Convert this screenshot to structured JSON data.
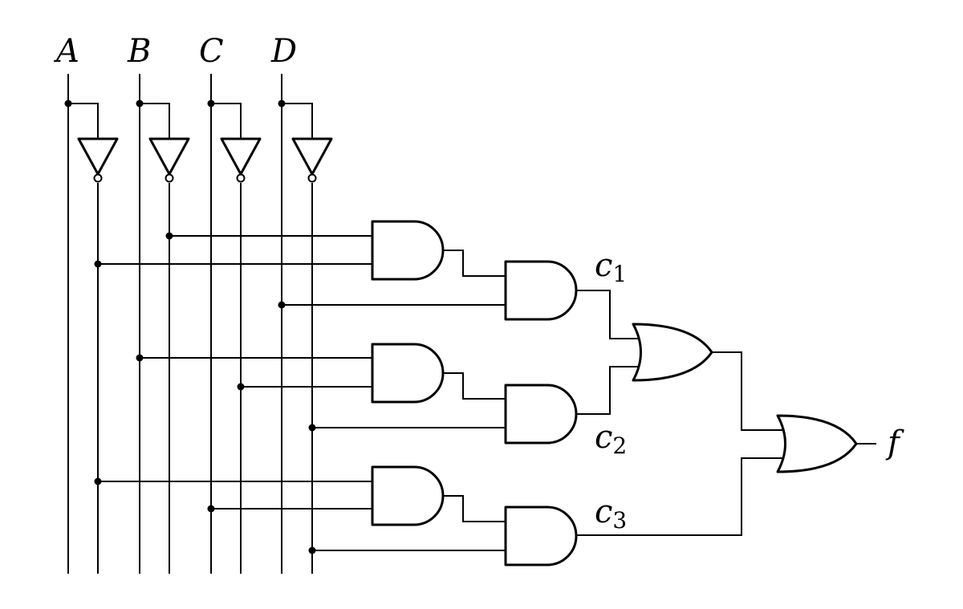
{
  "inputs": [
    {
      "name": "A"
    },
    {
      "name": "B"
    },
    {
      "name": "C"
    },
    {
      "name": "D"
    }
  ],
  "outputs": {
    "c1": {
      "letter": "c",
      "sub": "1"
    },
    "c2": {
      "letter": "c",
      "sub": "2"
    },
    "c3": {
      "letter": "c",
      "sub": "3"
    },
    "f": {
      "letter": "f"
    }
  },
  "colors": {
    "ink": "#000000",
    "background": "#ffffff"
  }
}
